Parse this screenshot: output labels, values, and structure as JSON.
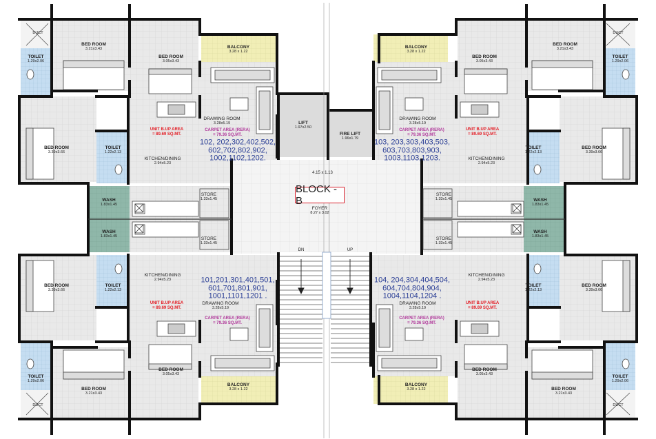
{
  "block_title": "BLOCK - B",
  "core": {
    "lift": {
      "name": "LIFT",
      "dim": "1.97x2.50"
    },
    "fire_lift": {
      "name": "FIRE LIFT",
      "dim": "1.96x1.79"
    },
    "lobby_dim": "4.15 x 1.13",
    "foyer": {
      "name": "FOYER",
      "dim": "8.27 x 3.02"
    },
    "stair_dn": "DN",
    "stair_up": "UP"
  },
  "room_names": {
    "bed": "BED ROOM",
    "toilet": "TOILET",
    "duct": "DUCT",
    "balcony": "BALCONY",
    "drawing": "DRAWING ROOM",
    "kitchen": "KITCHEN/DINING",
    "store": "STORE",
    "wash": "WASH"
  },
  "dims": {
    "bed_a": "3.21x3.43",
    "bed_b": "3.05x3.43",
    "bed_c": "3.39x3.66",
    "toilet_a": "1.29x2.06",
    "toilet_b": "1.22x2.13",
    "balcony": "3.28 x 1.22",
    "drawing": "3.28x5.19",
    "kitchen": "2.94x5.23",
    "store": "1.33x1.45",
    "wash": "1.83x1.45"
  },
  "area_labels": {
    "bup_title": "UNIT B.UP AREA",
    "bup_value": "= 89.69 SQ.MT.",
    "carpet_title": "CARPET AREA (RERA)",
    "carpet_value": "= 79.36 SQ.MT."
  },
  "unit_numbers": {
    "top_left": [
      "102, 202,302,402,502,",
      "602,702,802,902,",
      "1002,1102,1202."
    ],
    "top_right": [
      "103, 203,303,403,503,",
      "603,703,803,903,",
      "1003,1103,1203."
    ],
    "bottom_left": [
      "101,201,301,401,501,",
      "601,701,801,901,",
      "1001,1101,1201 ."
    ],
    "bottom_right": [
      "104, 204,304,404,504,",
      "604,704,804,904,",
      "1004,1104,1204 ."
    ]
  },
  "colors": {
    "floor": "#e9e9e9",
    "toilet": "#c5ddf1",
    "balcony": "#f1eeb6",
    "wash": "#8fb7a9",
    "wall": "#111111",
    "block_border": "#d81e2a",
    "unit_text": "#2b3f96",
    "bup_text": "#e31b23",
    "carpet_text": "#b0379a"
  }
}
